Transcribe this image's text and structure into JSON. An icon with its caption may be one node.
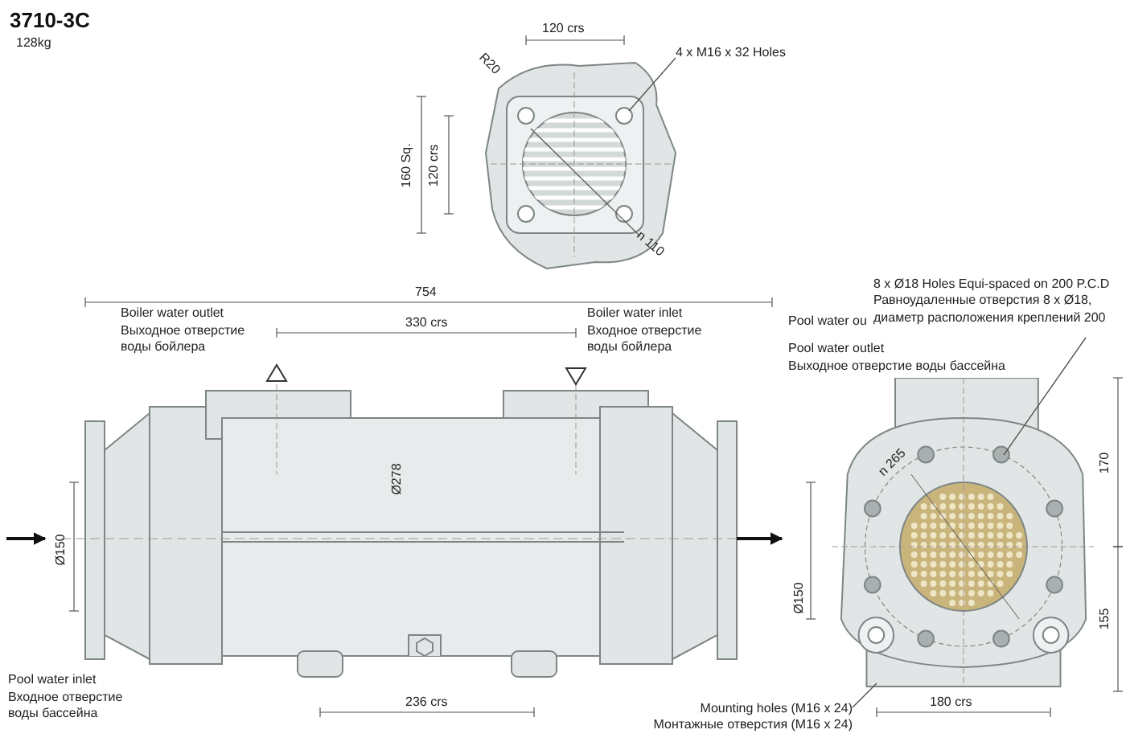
{
  "diagram": {
    "title": "3710-3C",
    "nodes": [
      {
        "text": [],
        "shape": "picture"
      },
      {
        "text": [],
        "shape": "picture"
      },
      {
        "text": [],
        "shape": "picture"
      },
      {
        "text": [
          "4 x M16 x 32 Holes"
        ]
      },
      {
        "text": [
          "8 x Ø18 Holes Equi-spaced on 200 P.C.D",
          "Равноудаленные отверстия 8 x Ø18, диаметр расположения креплений 200"
        ]
      },
      {
        "text": [
          "Mounting holes (M16 x 24)",
          "Монтажные отверстия (M16 x 24)"
        ]
      }
    ],
    "edges": [
      {
        "from": null,
        "to": 1,
        "arrow": "to"
      },
      {
        "from": 1,
        "to": null,
        "arrow": "to"
      },
      {
        "from": 3,
        "to": 0,
        "arrow": "none"
      },
      {
        "from": 4,
        "to": 2,
        "arrow": "none"
      },
      {
        "from": 5,
        "to": 2,
        "arrow": "none"
      }
    ],
    "labels": [
      "128kg",
      "120 crs",
      "R20",
      "160 Sq.",
      "120 crs",
      "n 110",
      "754",
      "Boiler water outlet",
      "Выходное отверстие воды бойлера",
      "330 crs",
      "Boiler water inlet",
      "Входное отверстие воды бойлера",
      "Pool water ou",
      "Pool water outlet",
      "Выходное отверстие воды бассейна",
      "Ø278",
      "Ø150",
      "Ø150",
      "n 265",
      "170",
      "155",
      "Pool water inlet",
      "Входное отверстие воды бассейна",
      "236 crs",
      "180 crs"
    ]
  }
}
